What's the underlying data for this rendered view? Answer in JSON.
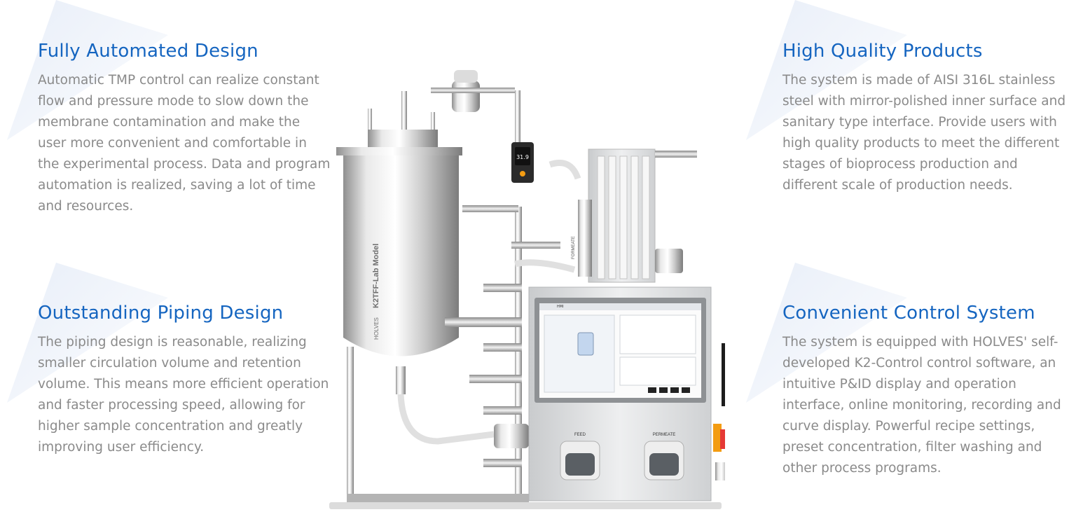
{
  "features": {
    "automated": {
      "title": "Fully Automated Design",
      "text": "Automatic TMP control can realize constant flow and pressure mode to slow down the membrane contamination and make the user more convenient and comfortable in the experimental process. Data and program automation is realized, saving a lot of time and resources."
    },
    "piping": {
      "title": "Outstanding Piping Design",
      "text": "The piping design is reasonable, realizing smaller circulation volume and retention volume. This means more efficient operation and faster processing speed, allowing for higher sample concentration and greatly improving user efficiency."
    },
    "quality": {
      "title": "High Quality Products",
      "text": "The system is made of AISI 316L stainless steel with mirror-polished inner surface and sanitary type interface. Provide users with high quality products to meet the different stages of bioprocess production and different scale of production needs."
    },
    "control": {
      "title": "Convenient Control System",
      "text": "The system is equipped with HOLVES' self-developed K2-Control control software, an intuitive P&ID display and operation interface, online monitoring, recording and curve display. Powerful recipe settings, preset concentration, filter washing and other process programs."
    }
  },
  "machine": {
    "tank_label": "K2TFF-Lab Model",
    "brand": "HOLVES",
    "display_value": "31.9",
    "hmi_label": "HMI",
    "cassette_label": "FORMEATE",
    "pump_feed": "FEED",
    "pump_permeate": "PERMEATE"
  },
  "colors": {
    "title": "#1565c0",
    "body": "#8a8a8a",
    "accent_orange": "#f39c12",
    "accent_red": "#e53935"
  }
}
